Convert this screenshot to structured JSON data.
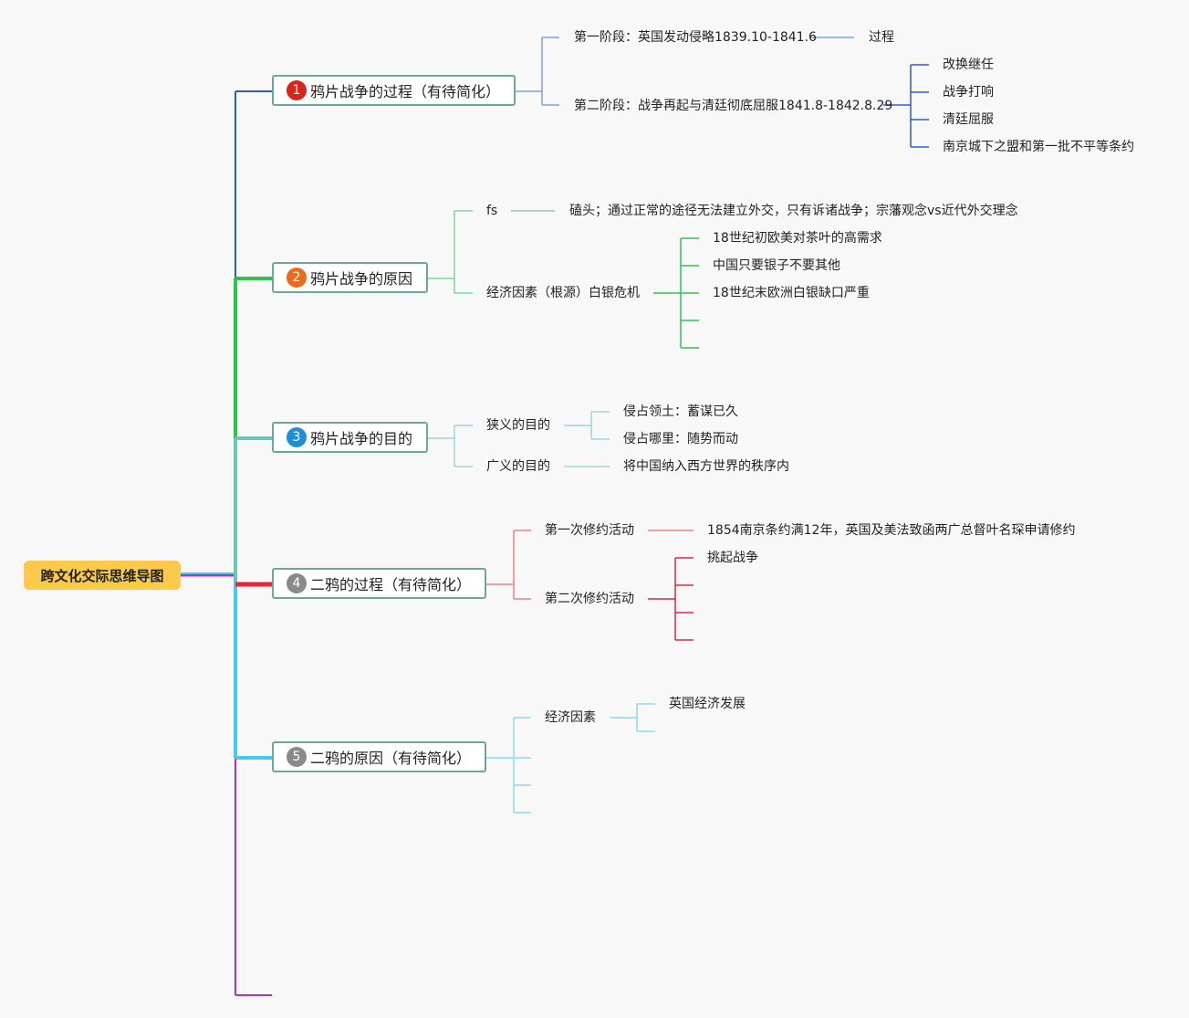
{
  "root": {
    "label": "跨文化交际思维导图"
  },
  "topics": [
    {
      "number": "1",
      "label": "鸦片战争的过程（有待简化）",
      "color": "#2e5bd6",
      "badge_color": "#d9231b",
      "children": [
        {
          "label": "第一阶段：英国发动侵略1839.10-1841.6",
          "children": [
            {
              "label": "过程"
            }
          ]
        },
        {
          "label": "第二阶段：战争再起与清廷彻底屈服1841.8-1842.8.29",
          "children": [
            {
              "label": "改换继任"
            },
            {
              "label": "战争打响"
            },
            {
              "label": "清廷屈服"
            },
            {
              "label": "南京城下之盟和第一批不平等条约"
            }
          ]
        }
      ]
    },
    {
      "number": "2",
      "label": "鸦片战争的原因",
      "color": "#2ec24f",
      "badge_color": "#ee6a1b",
      "children": [
        {
          "label": "fs",
          "children": [
            {
              "label": "磕头；通过正常的途径无法建立外交，只有诉诸战争；宗藩观念vs近代外交理念"
            }
          ]
        },
        {
          "label": "经济因素（根源）白银危机",
          "children": [
            {
              "label": "18世纪初欧美对茶叶的高需求"
            },
            {
              "label": "中国只要银子不要其他"
            },
            {
              "label": "18世纪末欧洲白银缺口严重"
            },
            {
              "label": ""
            },
            {
              "label": ""
            }
          ]
        }
      ]
    },
    {
      "number": "3",
      "label": "鸦片战争的目的",
      "color": "#6bc5b8",
      "badge_color": "#1e8fd6",
      "children": [
        {
          "label": "狭义的目的",
          "children": [
            {
              "label": "侵占领土：蓄谋已久"
            },
            {
              "label": "侵占哪里：随势而动"
            }
          ]
        },
        {
          "label": "广义的目的",
          "children": [
            {
              "label": "将中国纳入西方世界的秩序内"
            }
          ]
        }
      ]
    },
    {
      "number": "4",
      "label": "二鸦的过程（有待简化）",
      "color": "#e2273f",
      "badge_color": "#8a8a8a",
      "children": [
        {
          "label": "第一次修约活动",
          "children": [
            {
              "label": "1854南京条约满12年，英国及美法致函两广总督叶名琛申请修约"
            }
          ]
        },
        {
          "label": "第二次修约活动",
          "children": [
            {
              "label": "挑起战争"
            },
            {
              "label": ""
            },
            {
              "label": ""
            },
            {
              "label": ""
            }
          ]
        }
      ]
    },
    {
      "number": "5",
      "label": "二鸦的原因（有待简化）",
      "color": "#48c8ee",
      "badge_color": "#8a8a8a",
      "children": [
        {
          "label": "经济因素",
          "children": [
            {
              "label": "英国经济发展"
            },
            {
              "label": ""
            }
          ]
        },
        {
          "label": ""
        },
        {
          "label": ""
        },
        {
          "label": ""
        }
      ]
    },
    {
      "number": "",
      "label": "",
      "color": "#b52fc9",
      "children": []
    }
  ]
}
